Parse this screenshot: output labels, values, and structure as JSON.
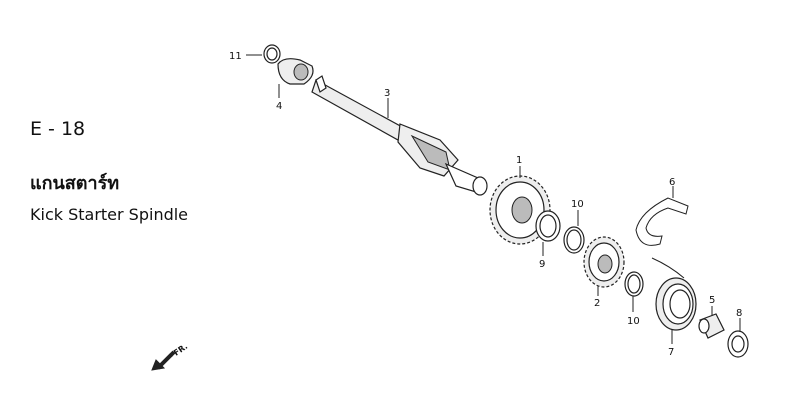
{
  "page": {
    "code": "E - 18",
    "title_th": "แกนสตาร์ท",
    "title_en": "Kick Starter Spindle"
  },
  "direction_label": "FR.",
  "callouts": [
    "1",
    "2",
    "3",
    "4",
    "5",
    "6",
    "7",
    "8",
    "9",
    "10",
    "10",
    "11"
  ]
}
